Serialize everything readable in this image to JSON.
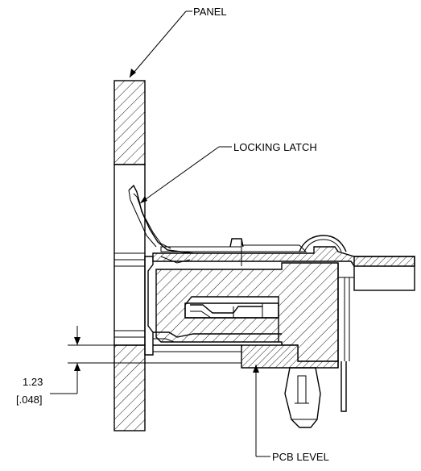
{
  "labels": {
    "panel": "PANEL",
    "locking_latch": "LOCKING LATCH",
    "pcb_level": "PCB LEVEL"
  },
  "dimension": {
    "metric": "1.23",
    "imperial": "[.048]"
  },
  "colors": {
    "line": "#000000",
    "background": "#ffffff"
  }
}
